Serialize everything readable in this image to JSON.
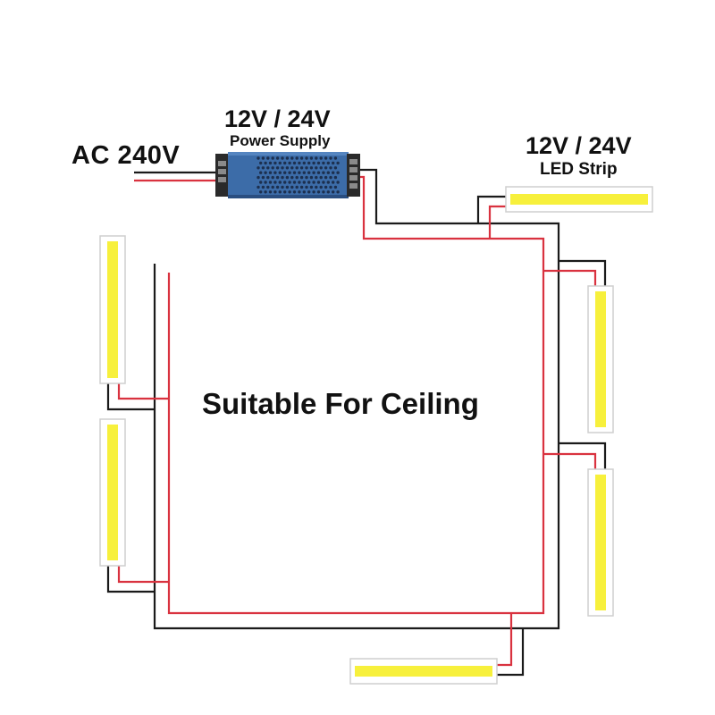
{
  "labels": {
    "input": "AC 240V",
    "power_supply_voltage": "12V / 24V",
    "power_supply_name": "Power Supply",
    "led_voltage": "12V / 24V",
    "led_name": "LED Strip",
    "application": "Suitable For Ceiling"
  },
  "colors": {
    "negative_wire": "#1a1a1a",
    "positive_wire": "#d9323f",
    "led_light": "#f7f03c",
    "led_housing": "#cfcfcf",
    "power_supply_body": "#3c6ca8",
    "terminal_block": "#2a2a2a"
  },
  "components": {
    "power_supply": {
      "type": "power-supply",
      "input": "AC 240V",
      "output": "12V / 24V"
    },
    "led_strips": [
      {
        "id": "top-right",
        "orientation": "horizontal"
      },
      {
        "id": "left-upper",
        "orientation": "vertical"
      },
      {
        "id": "left-lower",
        "orientation": "vertical"
      },
      {
        "id": "right-upper",
        "orientation": "vertical"
      },
      {
        "id": "right-lower",
        "orientation": "vertical"
      },
      {
        "id": "bottom",
        "orientation": "horizontal"
      }
    ]
  }
}
